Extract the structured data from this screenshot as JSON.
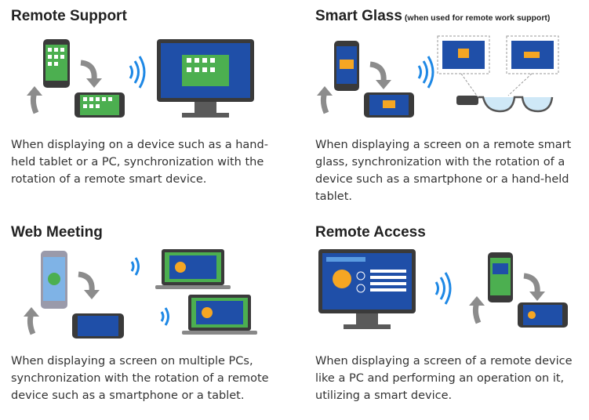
{
  "sections": [
    {
      "title": "Remote Support",
      "subtitle": "",
      "description": "When displaying on a device such as a hand-held tablet or a PC, synchronization with the rotation of a remote smart device."
    },
    {
      "title": "Smart Glass",
      "subtitle": "(when used for remote work support)",
      "description": "When displaying a screen on a remote smart glass, synchronization with the rotation of a device such as a smartphone or a hand-held tablet."
    },
    {
      "title": "Web Meeting",
      "subtitle": "",
      "description": "When displaying a screen on multiple PCs, synchronization with the rotation of a remote device such as a smartphone or a tablet."
    },
    {
      "title": "Remote Access",
      "subtitle": "",
      "description": "When displaying a screen of a remote device like a PC and performing an operation on it, utilizing a smart device."
    }
  ],
  "colors": {
    "device_body": "#3a3a3a",
    "screen_blue": "#1f4fa8",
    "screen_green": "#4caf50",
    "arrow_gray": "#8c8c8c",
    "wifi_blue": "#1e88e5"
  }
}
